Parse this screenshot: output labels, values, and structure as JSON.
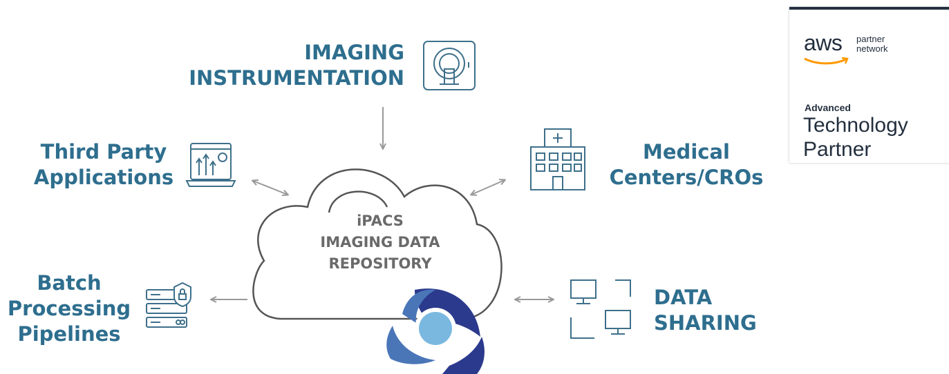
{
  "nodes": {
    "imaging": {
      "line1": "IMAGING",
      "line2": "INSTRUMENTATION",
      "icon": "mri-scanner-icon"
    },
    "third_party": {
      "line1": "Third Party",
      "line2": "Applications",
      "icon": "analytics-dashboard-icon"
    },
    "medical": {
      "line1": "Medical",
      "line2": "Centers/CROs",
      "icon": "hospital-icon"
    },
    "batch": {
      "line1": "Batch",
      "line2": "Processing",
      "line3": "Pipelines",
      "icon": "secure-server-icon"
    },
    "sharing": {
      "line1": "DATA",
      "line2": "SHARING",
      "icon": "connected-monitors-icon"
    }
  },
  "center": {
    "line1": "iPACS",
    "line2": "IMAGING DATA",
    "line3": "REPOSITORY",
    "icon": "ipacs-logo"
  },
  "badge": {
    "brand": "aws",
    "program_line1": "partner",
    "program_line2": "network",
    "tier": "Advanced",
    "title_line1": "Technology",
    "title_line2": "Partner"
  },
  "colors": {
    "label": "#2e6e8e",
    "cloud_text": "#6a6a6a",
    "arrow": "#999999",
    "logo_dark": "#2b3a8c",
    "logo_mid": "#4a76b8",
    "logo_light": "#7ab8e0",
    "aws_orange": "#ff9900"
  }
}
